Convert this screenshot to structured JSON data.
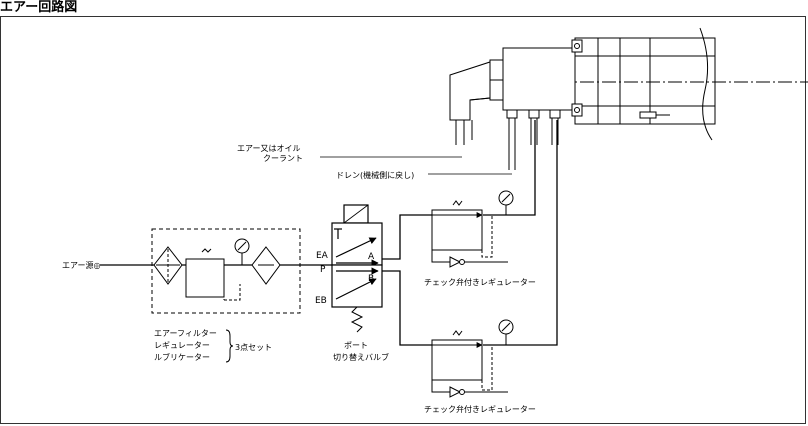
{
  "title": "エアー回路図",
  "labels": {
    "air_or_oil": "エアー又はオイル",
    "coolant": "クーラント",
    "drain": "ドレン(機械側に戻し)",
    "air_source": "エアー源◎",
    "port_ea": "EA",
    "port_p": "P",
    "port_a": "A",
    "port_b": "B",
    "port_eb": "EB",
    "check_regulator_top": "チェック弁付きレギュレーター",
    "check_regulator_bottom": "チェック弁付きレギュレーター",
    "filter": "エアーフィルター",
    "regulator": "レギュレーター",
    "lubricator": "ルブリケーター",
    "three_point_set": "3点セット",
    "valve_line1": "ポート",
    "valve_line2": "切り替えバルブ"
  },
  "colors": {
    "line": "#000000",
    "dash": "#333333",
    "fill": "#ffffff"
  }
}
